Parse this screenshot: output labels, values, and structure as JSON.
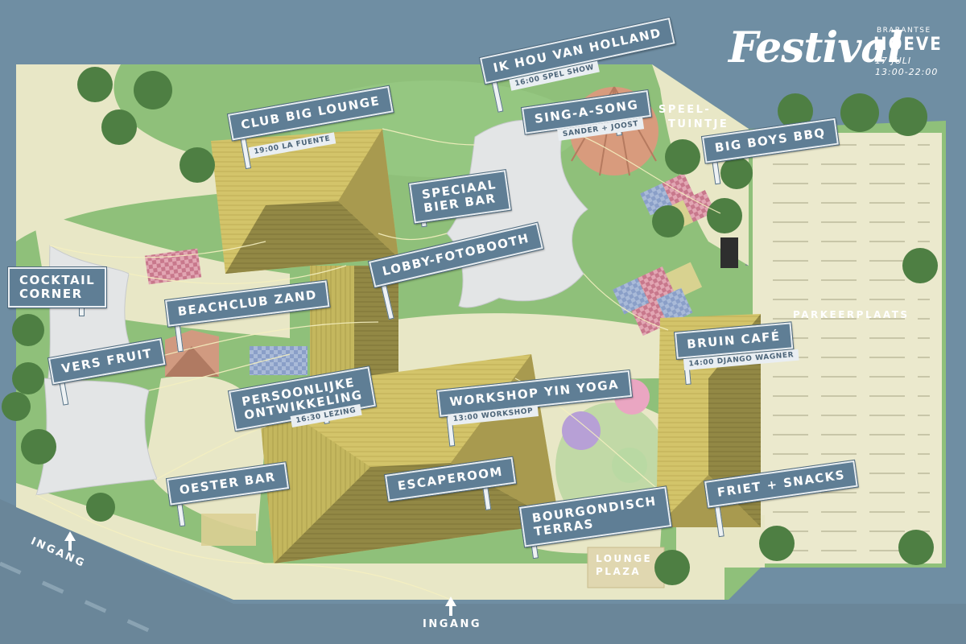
{
  "logo": {
    "festival": "Festival",
    "brand_top": "BRABANTSE",
    "brand_main": "HOEVE",
    "date": "17 JULI",
    "time": "13:00-22:00"
  },
  "signs": [
    {
      "id": "club-big-lounge",
      "title": [
        "CLUB BIG LOUNGE"
      ],
      "sub": "19:00 LA FUENTE"
    },
    {
      "id": "ik-hou-van-holland",
      "title": [
        "IK HOU VAN HOLLAND"
      ],
      "sub": "16:00 SPEL SHOW"
    },
    {
      "id": "sing-a-song",
      "title": [
        "SING-A-SONG"
      ],
      "sub": "SANDER + JOOST"
    },
    {
      "id": "big-boys-bbq",
      "title": [
        "BIG BOYS BBQ"
      ],
      "sub": ""
    },
    {
      "id": "speciaal-bier-bar",
      "title": [
        "SPECIAAL",
        "BIER BAR"
      ],
      "sub": ""
    },
    {
      "id": "lobby-fotobooth",
      "title": [
        "LOBBY-FOTOBOOTH"
      ],
      "sub": ""
    },
    {
      "id": "cocktail-corner",
      "title": [
        "COCKTAIL",
        "CORNER"
      ],
      "sub": ""
    },
    {
      "id": "beachclub-zand",
      "title": [
        "BEACHCLUB ZAND"
      ],
      "sub": ""
    },
    {
      "id": "vers-fruit",
      "title": [
        "VERS FRUIT"
      ],
      "sub": ""
    },
    {
      "id": "persoonlijke-ontwikkeling",
      "title": [
        "PERSOONLIJKE",
        "ONTWIKKELING"
      ],
      "sub": "16:30 LEZING"
    },
    {
      "id": "workshop-yin-yoga",
      "title": [
        "WORKSHOP YIN YOGA"
      ],
      "sub": "13:00 WORKSHOP"
    },
    {
      "id": "bruin-cafe",
      "title": [
        "BRUIN CAFÉ"
      ],
      "sub": "14:00 DJANGO WAGNER"
    },
    {
      "id": "oester-bar",
      "title": [
        "OESTER BAR"
      ],
      "sub": ""
    },
    {
      "id": "escaperoom",
      "title": [
        "ESCAPEROOM"
      ],
      "sub": ""
    },
    {
      "id": "bourgondisch-terras",
      "title": [
        "BOURGONDISCH",
        "TERRAS"
      ],
      "sub": ""
    },
    {
      "id": "friet-snacks",
      "title": [
        "FRIET + SNACKS"
      ],
      "sub": ""
    }
  ],
  "labels": {
    "speeltuintje": [
      "SPEEL-",
      "TUINTJE"
    ],
    "parkeerplaats": "PARKEERPLAATS",
    "lounge_plaza": [
      "LOUNGE",
      "PLAZA"
    ],
    "ingang_left": "INGANG",
    "ingang_bottom": "INGANG"
  },
  "colors": {
    "water": "#6f8ea3",
    "grass": "#8fc07a",
    "path": "#e9e8c8",
    "roof_light": "#d8c56c",
    "roof_dark": "#8f8545",
    "sign": "#5f7e95",
    "tent": "#e3e5e6"
  }
}
